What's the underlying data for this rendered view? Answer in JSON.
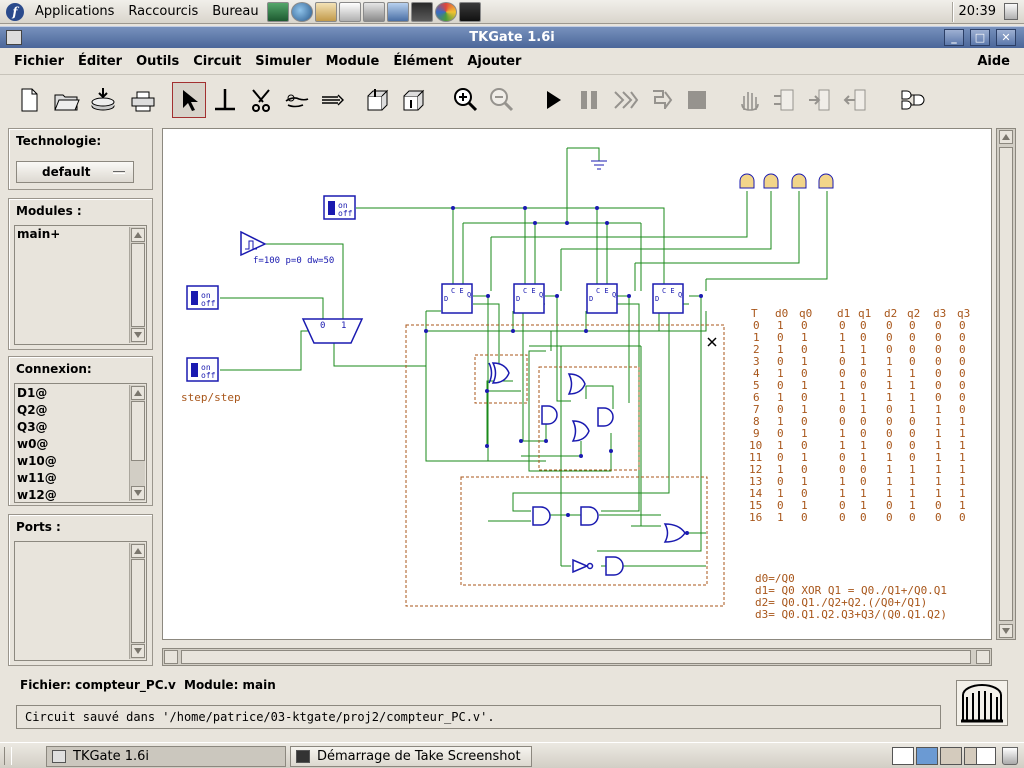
{
  "top_panel": {
    "menus": [
      "Applications",
      "Raccourcis",
      "Bureau"
    ],
    "clock": "20:39"
  },
  "window": {
    "title": "TKGate 1.6i",
    "buttons": [
      "_",
      "□",
      "✕"
    ]
  },
  "menubar": {
    "items": [
      "Fichier",
      "Éditer",
      "Outils",
      "Circuit",
      "Simuler",
      "Module",
      "Élément",
      "Ajouter"
    ],
    "help": "Aide"
  },
  "sidebar": {
    "technology_label": "Technologie:",
    "technology_value": "default",
    "modules_label": "Modules :",
    "modules": [
      "main+"
    ],
    "connections_label": "Connexion:",
    "connections": [
      "D1@",
      "Q2@",
      "Q3@",
      "w0@",
      "w10@",
      "w11@",
      "w12@"
    ],
    "ports_label": "Ports :"
  },
  "canvas": {
    "clock_label": "f=100 p=0 dw=50",
    "switch_label": "on\noff",
    "step_label": "step/step",
    "mux_labels": [
      "0",
      "1"
    ],
    "ff_pins": [
      "D",
      "C",
      "E",
      "Q"
    ],
    "table_header": [
      "T",
      "d0",
      "q0",
      "d1",
      "q1",
      "d2",
      "q2",
      "d3",
      "q3"
    ],
    "table_rows": [
      [
        "0",
        "1",
        "0",
        "0",
        "0",
        "0",
        "0",
        "0",
        "0"
      ],
      [
        "1",
        "0",
        "1",
        "1",
        "0",
        "0",
        "0",
        "0",
        "0"
      ],
      [
        "2",
        "1",
        "0",
        "1",
        "1",
        "0",
        "0",
        "0",
        "0"
      ],
      [
        "3",
        "0",
        "1",
        "0",
        "1",
        "1",
        "0",
        "0",
        "0"
      ],
      [
        "4",
        "1",
        "0",
        "0",
        "0",
        "1",
        "1",
        "0",
        "0"
      ],
      [
        "5",
        "0",
        "1",
        "1",
        "0",
        "1",
        "1",
        "0",
        "0"
      ],
      [
        "6",
        "1",
        "0",
        "1",
        "1",
        "1",
        "1",
        "0",
        "0"
      ],
      [
        "7",
        "0",
        "1",
        "0",
        "1",
        "0",
        "1",
        "1",
        "0"
      ],
      [
        "8",
        "1",
        "0",
        "0",
        "0",
        "0",
        "0",
        "1",
        "1"
      ],
      [
        "9",
        "0",
        "1",
        "1",
        "0",
        "0",
        "0",
        "1",
        "1"
      ],
      [
        "10",
        "1",
        "0",
        "1",
        "1",
        "0",
        "0",
        "1",
        "1"
      ],
      [
        "11",
        "0",
        "1",
        "0",
        "1",
        "1",
        "0",
        "1",
        "1"
      ],
      [
        "12",
        "1",
        "0",
        "0",
        "0",
        "1",
        "1",
        "1",
        "1"
      ],
      [
        "13",
        "0",
        "1",
        "1",
        "0",
        "1",
        "1",
        "1",
        "1"
      ],
      [
        "14",
        "1",
        "0",
        "1",
        "1",
        "1",
        "1",
        "1",
        "1"
      ],
      [
        "15",
        "0",
        "1",
        "0",
        "1",
        "0",
        "1",
        "0",
        "1"
      ],
      [
        "16",
        "1",
        "0",
        "0",
        "0",
        "0",
        "0",
        "0",
        "0"
      ]
    ],
    "equations": [
      "d0=/Q0",
      "d1= Q0 XOR Q1 = Q0./Q1+/Q0.Q1",
      "d2= Q0.Q1./Q2+Q2.(/Q0+/Q1)",
      "d3= Q0.Q1.Q2.Q3+Q3/(Q0.Q1.Q2)"
    ]
  },
  "status": {
    "file": "Fichier: compteur_PC.v",
    "module": "Module: main",
    "message": "Circuit sauvé dans '/home/patrice/03-ktgate/proj2/compteur_PC.v'."
  },
  "taskbar": {
    "tasks": [
      "TKGate 1.6i",
      "Démarrage de Take Screenshot"
    ]
  },
  "colors": {
    "wire": "#1a8a1a",
    "component": "#1a1ab0",
    "annotation": "#a8561a",
    "titlebar": "#5b76a8"
  }
}
